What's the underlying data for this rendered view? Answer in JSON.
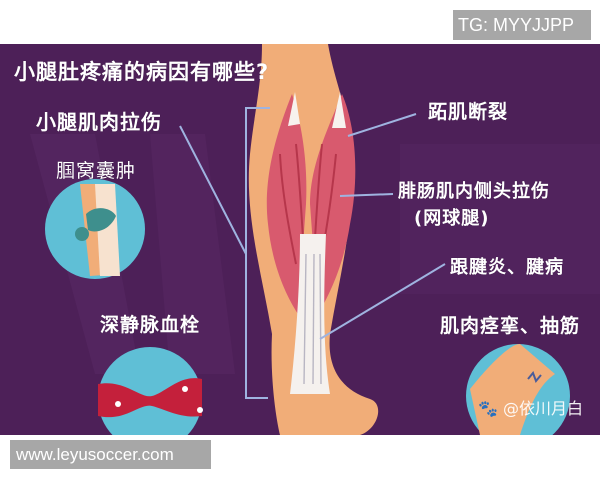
{
  "watermarks": {
    "top_right": "TG: MYYJJPP",
    "bottom_left": "www.leyusoccer.com"
  },
  "poster": {
    "title": "小腿肚疼痛的病因有哪些?",
    "labels": {
      "calf_muscle_strain": "小腿肌肉拉伤",
      "popliteal_cyst": "腘窝囊肿",
      "deep_vein_thrombosis": "深静脉血栓",
      "plantaris_rupture": "跖肌断裂",
      "gastrocnemius_medial_strain": "腓肠肌内侧头拉伤",
      "tennis_leg": "(网球腿)",
      "achilles_tendinitis": "跟腱炎、腱病",
      "muscle_cramp": "肌肉痉挛、抽筋"
    },
    "credit": "@依川月白",
    "colors": {
      "background": "#4d2058",
      "skin": "#f1ad78",
      "muscle": "#d85a6e",
      "tendon": "#f5f1ee",
      "circle": "#5fbfd6",
      "leader_line": "#9fb3e0"
    }
  }
}
